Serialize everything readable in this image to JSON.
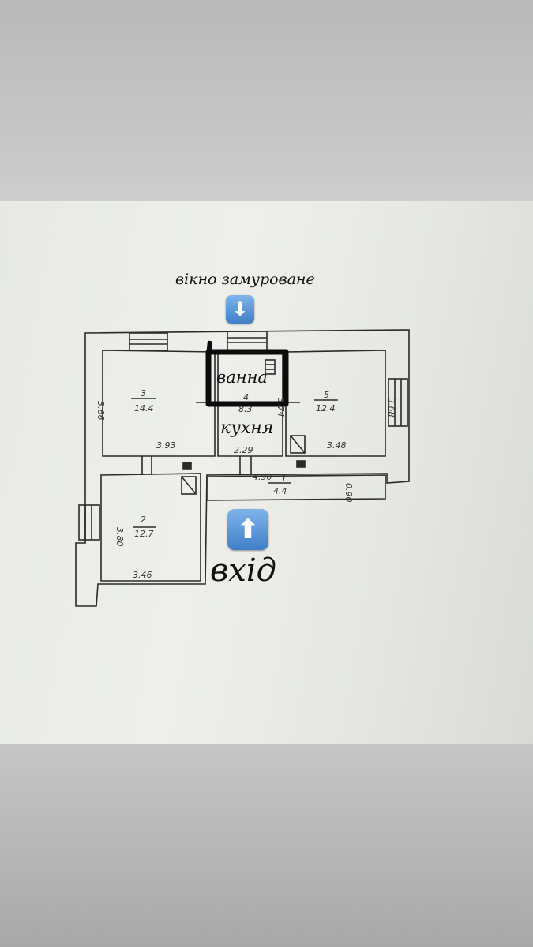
{
  "annotations": {
    "window_label": "вікно замуроване",
    "bathroom_label": "ванна",
    "kitchen_label": "кухня",
    "entrance_label": "вхід"
  },
  "icons": {
    "window_arrow": "arrow-down-emoji",
    "entrance_arrow": "arrow-up-emoji",
    "arrow_color": "#4a8ad4"
  },
  "rooms": [
    {
      "number": "3",
      "area": "14.4",
      "width": "3.93",
      "height": "3.66"
    },
    {
      "number": "4",
      "area": "8.3",
      "width": "2.29",
      "height": "3.74"
    },
    {
      "number": "5",
      "area": "12.4",
      "width": "3.48",
      "height": "3.68"
    },
    {
      "number": "2",
      "area": "12.7",
      "width": "3.46",
      "height": "3.80"
    },
    {
      "number": "1",
      "area": "4.4",
      "width": "4.90",
      "height": "0.90"
    }
  ]
}
